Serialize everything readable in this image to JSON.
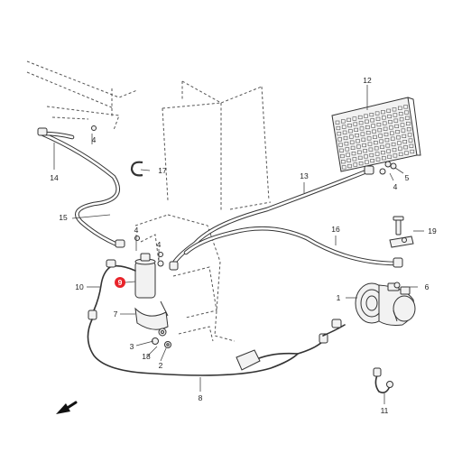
{
  "colors": {
    "highlight": "#e8232a",
    "line": "#333333",
    "background": "#ffffff"
  },
  "callouts": {
    "c1": "1",
    "c2": "2",
    "c3": "3",
    "c4a": "4",
    "c4b": "4",
    "c4c": "4",
    "c4d": "4",
    "c5": "5",
    "c6": "6",
    "c7": "7",
    "c8": "8",
    "c9": "9",
    "c10": "10",
    "c11": "11",
    "c12": "12",
    "c13": "13",
    "c14": "14",
    "c15": "15",
    "c16": "16",
    "c17": "17",
    "c18": "18",
    "c19": "19"
  },
  "highlighted_callout": "9",
  "icons": {
    "direction": "direction-arrow-icon"
  }
}
